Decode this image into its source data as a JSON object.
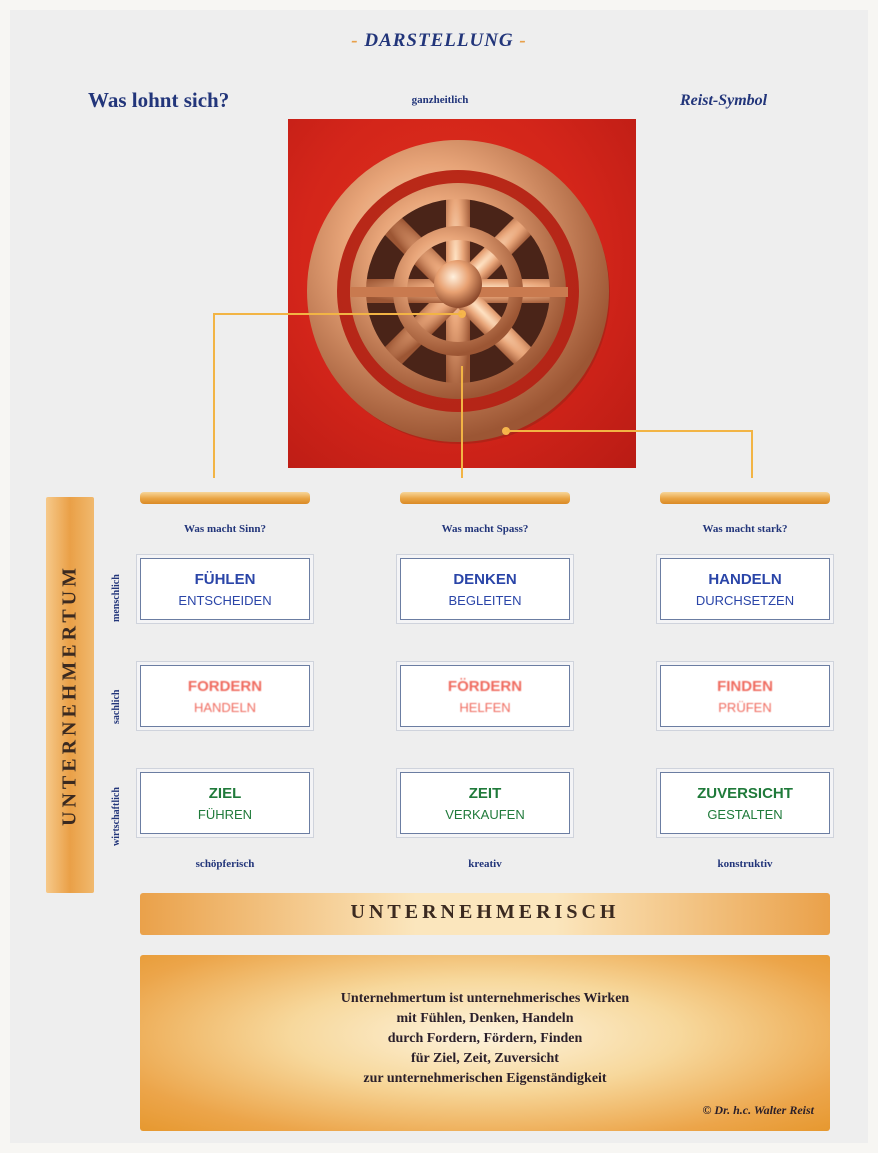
{
  "header": {
    "title": "DARSTELLUNG",
    "left_question": "Was lohnt sich?",
    "center_caption": "ganzheitlich",
    "right_caption": "Reist-Symbol"
  },
  "columns": [
    {
      "question": "Was macht Sinn?",
      "bottom": "schöpferisch"
    },
    {
      "question": "Was macht Spass?",
      "bottom": "kreativ"
    },
    {
      "question": "Was macht stark?",
      "bottom": "konstruktiv"
    }
  ],
  "side_label": "UNTERNEHMERTUM",
  "row_labels": [
    "menschlich",
    "sachlich",
    "wirtschaftlich"
  ],
  "grid": {
    "row1": [
      {
        "l1": "FÜHLEN",
        "l2": "ENTSCHEIDEN"
      },
      {
        "l1": "DENKEN",
        "l2": "BEGLEITEN"
      },
      {
        "l1": "HANDELN",
        "l2": "DURCHSETZEN"
      }
    ],
    "row2": [
      {
        "l1": "FORDERN",
        "l2": "HANDELN"
      },
      {
        "l1": "FÖRDERN",
        "l2": "HELFEN"
      },
      {
        "l1": "FINDEN",
        "l2": "PRÜFEN"
      }
    ],
    "row3": [
      {
        "l1": "ZIEL",
        "l2": "FÜHREN"
      },
      {
        "l1": "ZEIT",
        "l2": "VERKAUFEN"
      },
      {
        "l1": "ZUVERSICHT",
        "l2": "GESTALTEN"
      }
    ]
  },
  "bottom_bar": "UNTERNEHMERISCH",
  "quote": {
    "lines": [
      "Unternehmertum ist unternehmerisches Wirken",
      "mit Fühlen, Denken, Handeln",
      "durch Fordern, Fördern, Finden",
      "für Ziel, Zeit, Zuversicht",
      "zur unternehmerischen Eigenständigkeit"
    ],
    "credit": "© Dr. h.c. Walter Reist"
  },
  "colors": {
    "navy": "#22357a",
    "symbol_red": "#d3251a",
    "copper": "#e0905e",
    "orange": "#eaa047"
  },
  "symbol_icon": "reist-wheel-icon"
}
